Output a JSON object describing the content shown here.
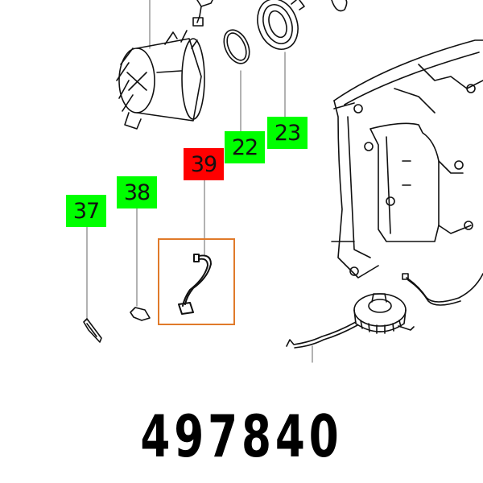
{
  "diagram": {
    "type": "exploded-parts-diagram",
    "part_number": "497840",
    "highlight_color": "#e07a2a",
    "callouts": [
      {
        "id": "37",
        "label": "37",
        "color": "#00ff00",
        "selected": false,
        "part": "strip-clip"
      },
      {
        "id": "38",
        "label": "38",
        "color": "#00ff00",
        "selected": false,
        "part": "small-bracket"
      },
      {
        "id": "39",
        "label": "39",
        "color": "#ff0000",
        "selected": true,
        "part": "cable-harness"
      },
      {
        "id": "22",
        "label": "22",
        "color": "#00ff00",
        "selected": false,
        "part": "o-ring"
      },
      {
        "id": "23",
        "label": "23",
        "color": "#00ff00",
        "selected": false,
        "part": "gear-ring"
      }
    ],
    "parts_drawn": [
      "motor-stator",
      "wire-connector",
      "o-ring",
      "gear-ring",
      "housing-shell",
      "fan-motor-assembly",
      "cable-harness",
      "strip-clip",
      "small-bracket",
      "side-cable"
    ]
  }
}
